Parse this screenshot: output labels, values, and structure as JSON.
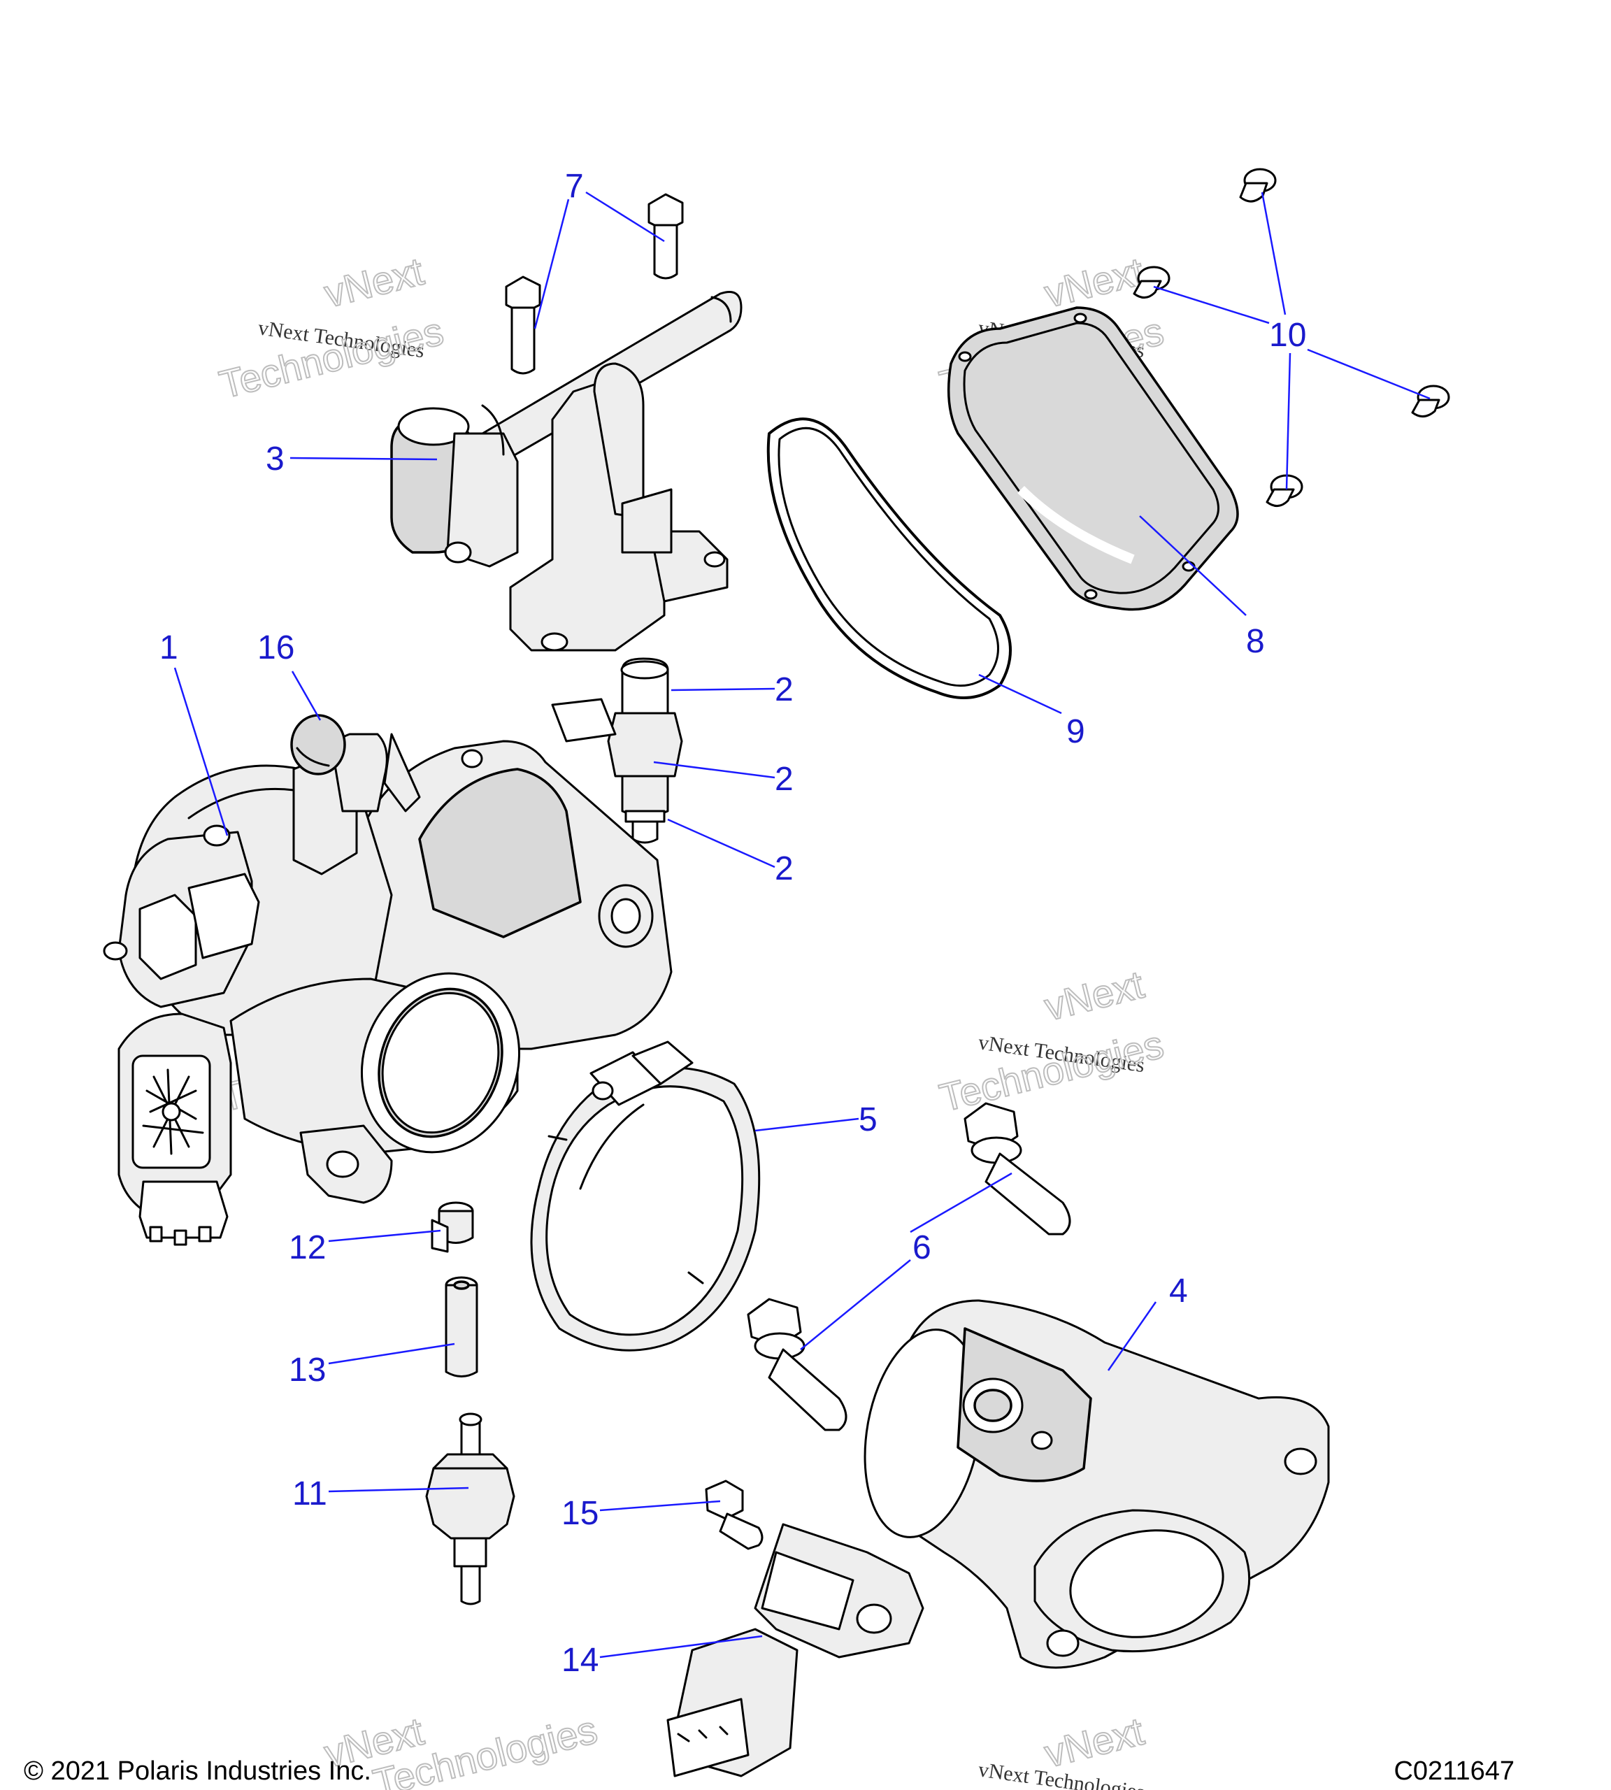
{
  "callouts": [
    {
      "num": "1",
      "part": "throttle-body"
    },
    {
      "num": "2",
      "part": "fuel-injector-upper-seal"
    },
    {
      "num": "2",
      "part": "fuel-injector-body"
    },
    {
      "num": "2",
      "part": "fuel-injector-lower-seal"
    },
    {
      "num": "3",
      "part": "fuel-rail-regulator"
    },
    {
      "num": "4",
      "part": "intake-boot"
    },
    {
      "num": "5",
      "part": "hose-clamp"
    },
    {
      "num": "6",
      "part": "flange-bolt"
    },
    {
      "num": "7",
      "part": "fuel-rail-bolt"
    },
    {
      "num": "8",
      "part": "cover-plate"
    },
    {
      "num": "9",
      "part": "o-ring-seal"
    },
    {
      "num": "10",
      "part": "screw"
    },
    {
      "num": "11",
      "part": "check-valve"
    },
    {
      "num": "12",
      "part": "hose-clip"
    },
    {
      "num": "13",
      "part": "hose"
    },
    {
      "num": "14",
      "part": "map-sensor"
    },
    {
      "num": "15",
      "part": "sensor-screw"
    },
    {
      "num": "16",
      "part": "vent-cap"
    }
  ],
  "watermarks": {
    "brand": "vNext",
    "line1": "vNext Technologies",
    "line2": "Technologies"
  },
  "footer": {
    "copyright": "© 2021 Polaris Industries Inc.",
    "drawing_id": "C0211647"
  },
  "colors": {
    "callout": "#1a1acc",
    "leader": "#1a1aff",
    "part_fill": "#d9d9d9"
  }
}
